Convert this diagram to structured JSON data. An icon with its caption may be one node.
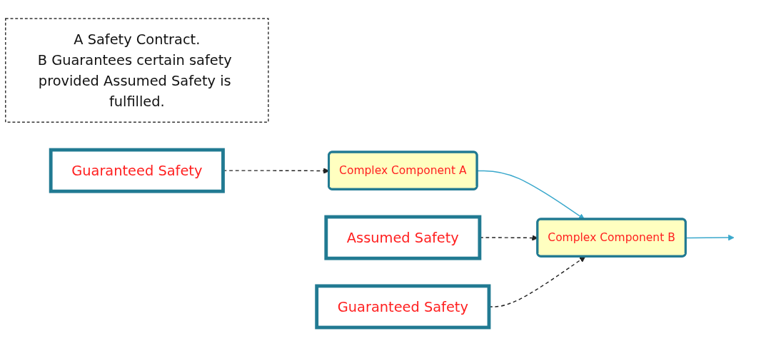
{
  "diagram": {
    "nodes": [
      {
        "text": [
          "A Safety Contract.",
          "B Guarantees certain safety provided Assumed Safety is fulfilled."
        ]
      },
      {
        "text": [
          "Complex Component A"
        ]
      },
      {
        "text": [
          "Complex Component B"
        ]
      },
      {
        "text": [
          "Guaranteed Safety"
        ]
      },
      {
        "text": [
          "Assumed Safety"
        ]
      },
      {
        "text": [
          "Guaranteed Safety"
        ]
      }
    ],
    "edges": [
      {
        "from": 1,
        "to": 2,
        "arrow": "to",
        "color": "#3aa8cc"
      },
      {
        "from": 2,
        "to": null,
        "arrow": "to",
        "color": "#3aa8cc"
      },
      {
        "from": 3,
        "to": 1,
        "arrow": "to",
        "style": "dashed"
      },
      {
        "from": 4,
        "to": 2,
        "arrow": "to",
        "style": "dashed"
      },
      {
        "from": 5,
        "to": 2,
        "arrow": "to",
        "style": "dashed"
      }
    ]
  }
}
